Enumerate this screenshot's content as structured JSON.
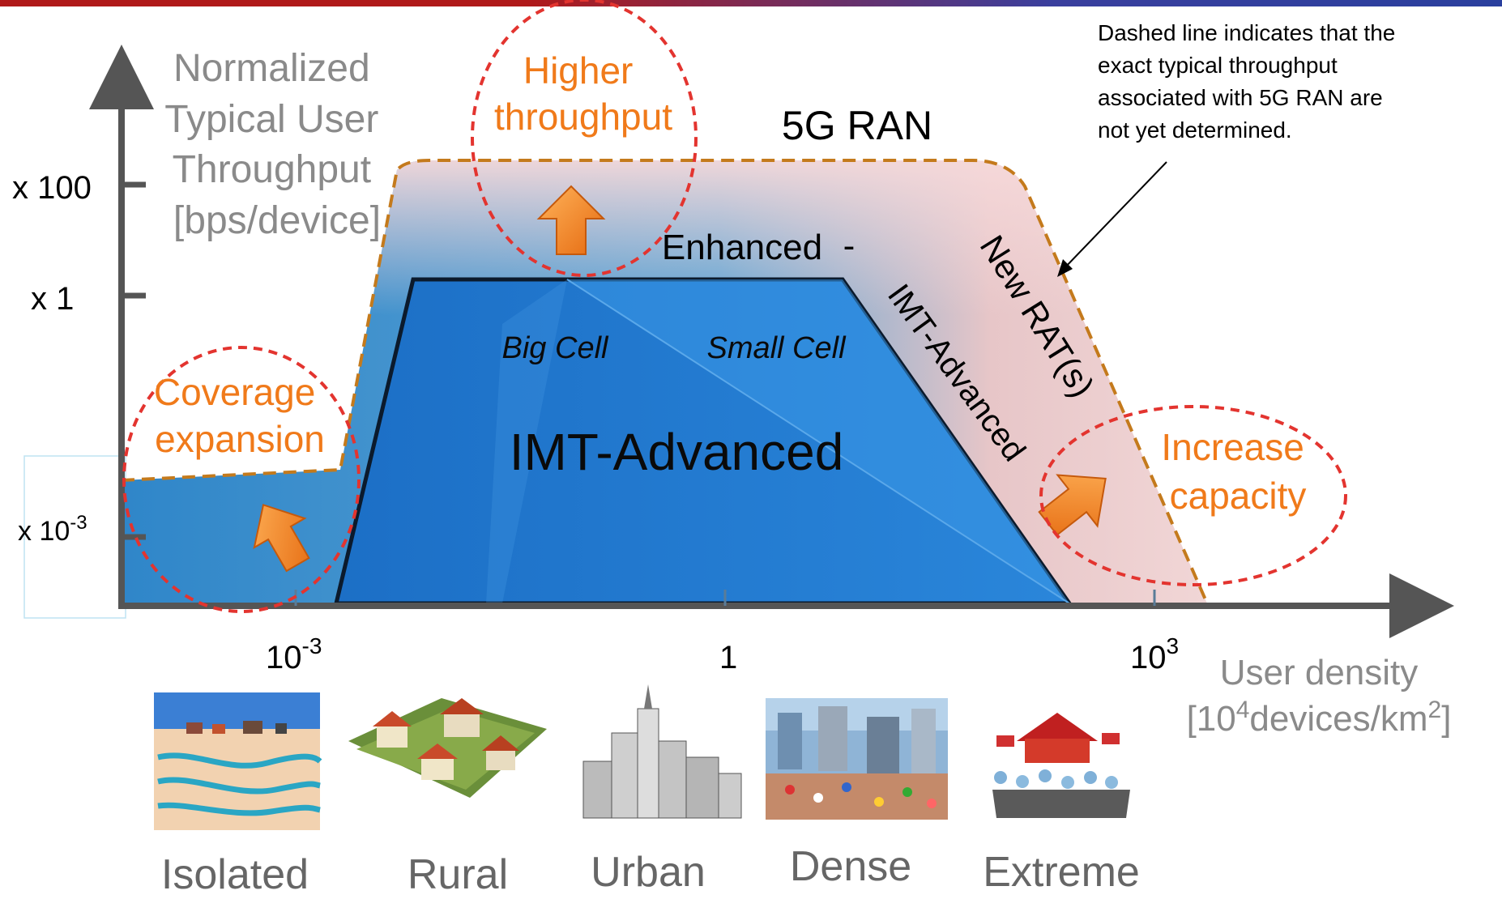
{
  "axis": {
    "y_title_lines": [
      "Normalized",
      "Typical User",
      "Throughput",
      "[bps/device]"
    ],
    "y_ticks": [
      {
        "base": "x 100",
        "sup": ""
      },
      {
        "base": "x 1",
        "sup": ""
      },
      {
        "base": "x 10",
        "sup": "-3"
      }
    ],
    "x_ticks": [
      {
        "base": "10",
        "sup": "-3"
      },
      {
        "base": "1",
        "sup": ""
      },
      {
        "base": "10",
        "sup": "3"
      }
    ],
    "x_title_line1": "User density",
    "x_title_line2_prefix": "[10",
    "x_title_line2_sup1": "4",
    "x_title_line2_mid": "devices/km",
    "x_title_line2_sup2": "2",
    "x_title_line2_suffix": "]"
  },
  "regions": {
    "five_g": "5G RAN",
    "imt_advanced": "IMT-Advanced",
    "enhanced": "Enhanced",
    "dash": "-",
    "imt_advanced_slope": "IMT-Advanced",
    "new_rat": "New RAT(s)",
    "big_cell": "Big Cell",
    "small_cell": "Small Cell"
  },
  "callouts": {
    "coverage": [
      "Coverage",
      "expansion"
    ],
    "throughput": [
      "Higher",
      "throughput"
    ],
    "capacity": [
      "Increase",
      "capacity"
    ]
  },
  "note": {
    "lines": [
      "Dashed line indicates that the",
      "exact typical throughput",
      "associated with 5G RAN are",
      "not yet determined."
    ]
  },
  "scenarios": [
    "Isolated",
    "Rural",
    "Urban",
    "Dense",
    "Extreme"
  ],
  "colors": {
    "imt_blue": "#1f77d0",
    "callout_orange": "#f07a1a",
    "dashed_red": "#e3342f",
    "dashed_envelope": "#c47a1c",
    "axis": "#555555"
  }
}
